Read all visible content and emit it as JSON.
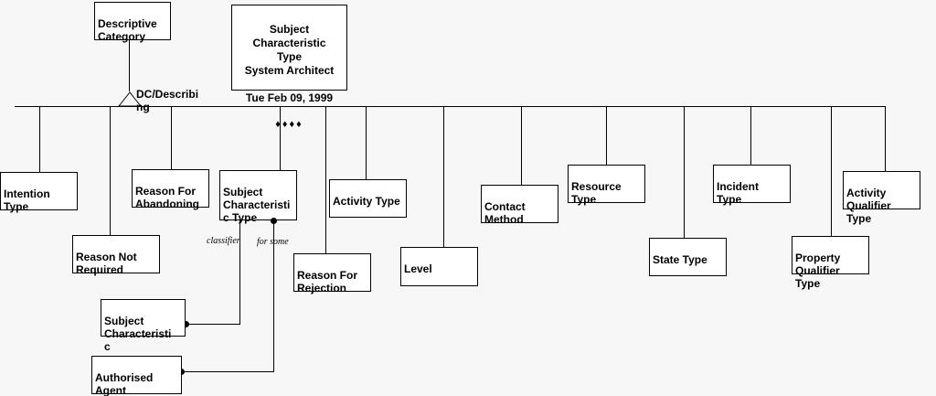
{
  "diagram": {
    "title_box": {
      "name": "Subject\nCharacteristic\nType",
      "tool": "System Architect",
      "date": "Tue Feb 09, 1999",
      "dots": "♦♦♦♦"
    },
    "root": {
      "label": "Descriptive\nCategory"
    },
    "generalization": {
      "label": "DC/Describi\nng"
    },
    "subtypes": [
      {
        "id": "intention-type",
        "label": "Intention\nType"
      },
      {
        "id": "reason-not-required",
        "label": "Reason Not\nRequired"
      },
      {
        "id": "reason-for-abandoning",
        "label": "Reason For\nAbandoning"
      },
      {
        "id": "subject-characteristic-type",
        "label": "Subject\nCharacteristi\nc Type"
      },
      {
        "id": "reason-for-rejection",
        "label": "Reason For\nRejection"
      },
      {
        "id": "activity-type",
        "label": "Activity Type"
      },
      {
        "id": "level",
        "label": "Level"
      },
      {
        "id": "contact-method",
        "label": "Contact\nMethod"
      },
      {
        "id": "resource-type",
        "label": "Resource\nType"
      },
      {
        "id": "state-type",
        "label": "State Type"
      },
      {
        "id": "incident-type",
        "label": "Incident\nType"
      },
      {
        "id": "property-qualifier-type",
        "label": "Property\nQualifier\nType"
      },
      {
        "id": "activity-qualifier-type",
        "label": "Activity\nQualifier\nType"
      }
    ],
    "associated": [
      {
        "id": "subject-characteristic",
        "label": "Subject\nCharacteristi\nc"
      },
      {
        "id": "authorised-agent",
        "label": "Authorised\nAgent"
      }
    ],
    "association_labels": [
      {
        "id": "classifier",
        "label": "classifier"
      },
      {
        "id": "for-some",
        "label": "for some"
      }
    ],
    "colors": {
      "background": "#f7f7f7",
      "line": "#000000",
      "node_fill": "#ffffff",
      "text": "#000000"
    }
  }
}
